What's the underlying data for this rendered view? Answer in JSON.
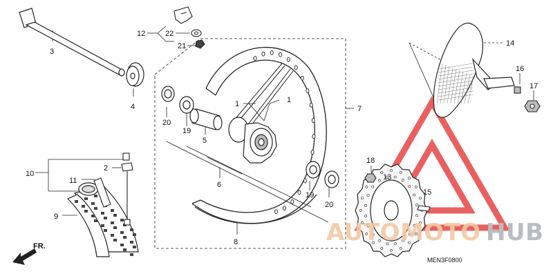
{
  "diagram_code": "MEN3F0800",
  "front_arrow_label": "FR.",
  "watermark": {
    "text_a": "AUTOMOTO",
    "text_b": "HUB",
    "color_a": "#f2c9a4",
    "color_b": "#b9bcc0",
    "logo_color": "#e64545"
  },
  "parts": [
    {
      "id": "p1a",
      "label": "1"
    },
    {
      "id": "p1b",
      "label": "1"
    },
    {
      "id": "p2",
      "label": "2"
    },
    {
      "id": "p3",
      "label": "3"
    },
    {
      "id": "p4",
      "label": "4"
    },
    {
      "id": "p5",
      "label": "5"
    },
    {
      "id": "p6",
      "label": "6"
    },
    {
      "id": "p7",
      "label": "7"
    },
    {
      "id": "p8",
      "label": "8"
    },
    {
      "id": "p9",
      "label": "9"
    },
    {
      "id": "p10",
      "label": "10"
    },
    {
      "id": "p11",
      "label": "11"
    },
    {
      "id": "p12",
      "label": "12"
    },
    {
      "id": "p13",
      "label": "13"
    },
    {
      "id": "p14",
      "label": "14"
    },
    {
      "id": "p15",
      "label": "15"
    },
    {
      "id": "p16",
      "label": "16"
    },
    {
      "id": "p17",
      "label": "17"
    },
    {
      "id": "p18",
      "label": "18"
    },
    {
      "id": "p19a",
      "label": "19"
    },
    {
      "id": "p19b",
      "label": "19"
    },
    {
      "id": "p20a",
      "label": "20"
    },
    {
      "id": "p20b",
      "label": "20"
    },
    {
      "id": "p21",
      "label": "21"
    },
    {
      "id": "p22",
      "label": "22"
    }
  ]
}
